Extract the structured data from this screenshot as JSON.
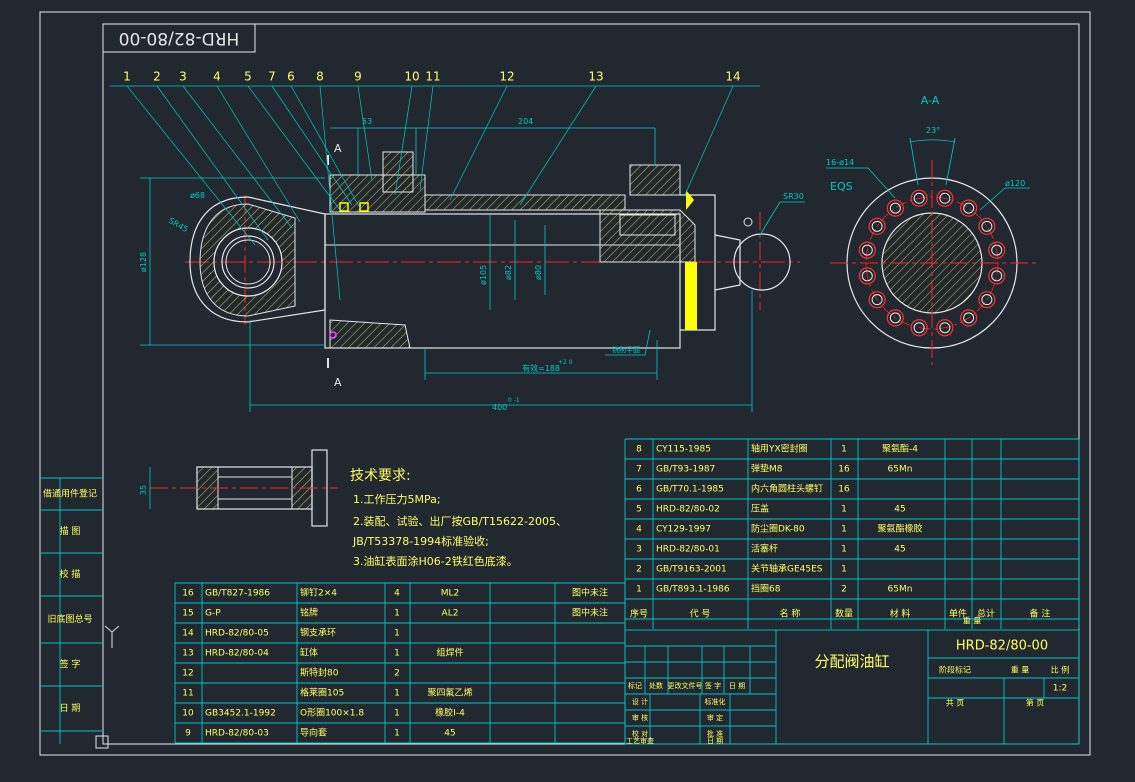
{
  "drawing_no": "HRD-82/80-00",
  "title": "分配阀油缸",
  "scale": "1:2",
  "section_label": "A-A",
  "section_mark": "A",
  "balloons": [
    "1",
    "2",
    "3",
    "4",
    "5",
    "7",
    "6",
    "8",
    "9",
    "10",
    "11",
    "12",
    "13",
    "14"
  ],
  "dims": {
    "d68": "ø68",
    "sr45": "SR45",
    "d128": "ø128",
    "d105": "ø105",
    "d82": "ø82",
    "d80": "ø80",
    "l53": "53",
    "l204": "204",
    "stroke": "有效=188",
    "stroke_tol": "+2 0",
    "total": "400",
    "total_tol": "0 -1",
    "sr30": "SR30",
    "holes": "16-ø14",
    "eqs": "EQS",
    "angle": "23°",
    "d120": "ø120",
    "w35": "35",
    "note_flat": "铣削平面"
  },
  "tech": {
    "title": "技术要求:",
    "lines": [
      "1.工作压力5MPa;",
      "2.装配、试验、出厂按GB/T15622-2005、",
      "  JB/T53378-1994标准验收;",
      "3.油缸表面涂H06-2铁红色底漆。"
    ]
  },
  "sidebar": [
    "借通用件登记",
    "描 图",
    "校 描",
    "旧底图总号",
    "签 字",
    "日 期"
  ],
  "bom_upper": [
    [
      "8",
      "CY115-1985",
      "轴用YX密封圈",
      "1",
      "聚氨酯-4",
      ""
    ],
    [
      "7",
      "GB/T93-1987",
      "弹垫M8",
      "16",
      "65Mn",
      ""
    ],
    [
      "6",
      "GB/T70.1-1985",
      "内六角圆柱头螺钉",
      "16",
      "",
      ""
    ],
    [
      "5",
      "HRD-82/80-02",
      "压盖",
      "1",
      "45",
      ""
    ],
    [
      "4",
      "CY129-1997",
      "防尘圈DK-80",
      "1",
      "聚氨酯橡胶",
      ""
    ],
    [
      "3",
      "HRD-82/80-01",
      "活塞杆",
      "1",
      "45",
      ""
    ],
    [
      "2",
      "GB/T9163-2001",
      "关节轴承GE45ES",
      "1",
      "",
      ""
    ],
    [
      "1",
      "GB/T893.1-1986",
      "挡圈68",
      "2",
      "65Mn",
      ""
    ]
  ],
  "bom_lower": [
    [
      "16",
      "GB/T827-1986",
      "铆钉2×4",
      "4",
      "ML2",
      "",
      "图中未注"
    ],
    [
      "15",
      "G-P",
      "铭牌",
      "1",
      "AL2",
      "",
      "图中未注"
    ],
    [
      "14",
      "HRD-82/80-05",
      "钢支承环",
      "1",
      "",
      "",
      ""
    ],
    [
      "13",
      "HRD-82/80-04",
      "缸体",
      "1",
      "组焊件",
      "",
      ""
    ],
    [
      "12",
      "",
      "斯特封80",
      "2",
      "",
      "",
      ""
    ],
    [
      "11",
      "",
      "格莱圈105",
      "1",
      "聚四氟乙烯",
      "",
      ""
    ],
    [
      "10",
      "GB3452.1-1992",
      "O形圈100×1.8",
      "1",
      "橡胶I-4",
      "",
      ""
    ],
    [
      "9",
      "HRD-82/80-03",
      "导向套",
      "1",
      "45",
      "",
      ""
    ]
  ],
  "bom_header": [
    "序号",
    "代 号",
    "名 称",
    "数量",
    "材 料",
    "单件",
    "总计",
    "备 注"
  ],
  "bom_header_sub": "重 量",
  "title_block": {
    "stage_label": "阶段标记",
    "weight_label": "重 量",
    "scale_label": "比 例",
    "sheet_total": "共 页",
    "sheet_no": "第 页",
    "row1": [
      "标记",
      "处数",
      "更改文件号",
      "签 字",
      "日 期"
    ],
    "row2": [
      "设 计",
      "标准化"
    ],
    "row3": [
      "审 核",
      "审 定"
    ],
    "row4": [
      "校 对",
      "批 准"
    ],
    "row5": [
      "工艺审查",
      "日 期"
    ]
  },
  "colors": {
    "frame": "#ffffff",
    "table": "#00c8c8",
    "part": "#e6e6e6",
    "center": "#ff2020",
    "hatch": "#c8c84a",
    "dim": "#00c8c8",
    "leader": "#00c8c8",
    "yellow": "#ffff00",
    "text_yellow": "#ffff60",
    "blue": "#4a6cff",
    "magenta": "#ff40ff",
    "green": "#40ff40",
    "bg": "#212830"
  }
}
